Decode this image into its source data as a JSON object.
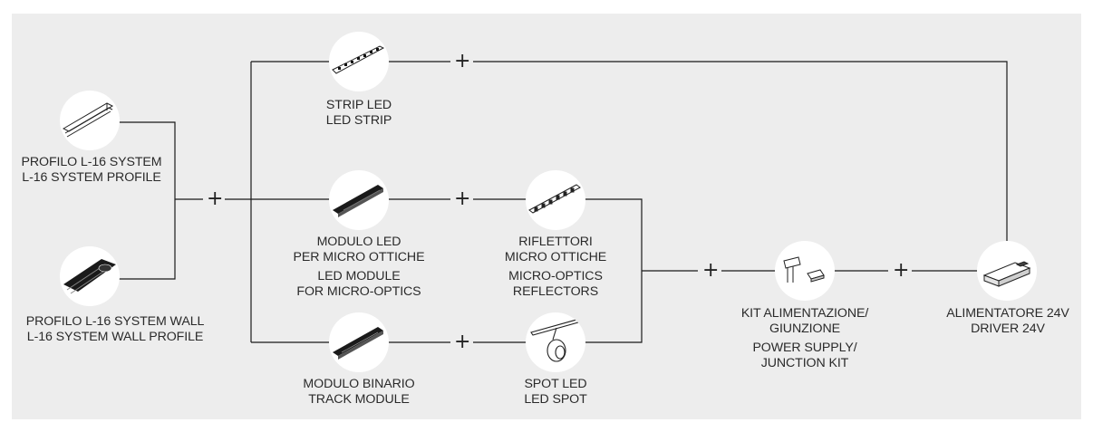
{
  "components": {
    "profile": {
      "line1": "PROFILO L-16 SYSTEM",
      "line2": "L-16 SYSTEM PROFILE",
      "icon": "profile-icon"
    },
    "wall_profile": {
      "line1": "PROFILO L-16 SYSTEM WALL",
      "line2": "L-16 SYSTEM WALL PROFILE",
      "icon": "wall-profile-icon"
    },
    "strip_led": {
      "line1": "STRIP LED",
      "line2": "LED STRIP",
      "icon": "led-strip-icon"
    },
    "led_module": {
      "it1": "MODULO LED",
      "it2": "PER MICRO OTTICHE",
      "en1": "LED MODULE",
      "en2": "FOR MICRO-OPTICS",
      "icon": "led-module-icon"
    },
    "track_module": {
      "line1": "MODULO BINARIO",
      "line2": "TRACK MODULE",
      "icon": "track-module-icon"
    },
    "reflectors": {
      "it1": "RIFLETTORI",
      "it2": "MICRO OTTICHE",
      "en1": "MICRO-OPTICS",
      "en2": "REFLECTORS",
      "icon": "reflector-icon"
    },
    "spot_led": {
      "line1": "SPOT LED",
      "line2": "LED SPOT",
      "icon": "spot-icon"
    },
    "power_kit": {
      "it1": "KIT ALIMENTAZIONE/",
      "it2": "GIUNZIONE",
      "en1": "POWER SUPPLY/",
      "en2": "JUNCTION KIT",
      "icon": "power-kit-icon"
    },
    "driver": {
      "line1": "ALIMENTATORE 24V",
      "line2": "DRIVER 24V",
      "icon": "driver-icon"
    }
  },
  "connector_symbol": "+",
  "colors": {
    "background": "#ededed",
    "line": "#1a1a1a",
    "circle": "#ffffff",
    "text": "#2a2a2a"
  }
}
